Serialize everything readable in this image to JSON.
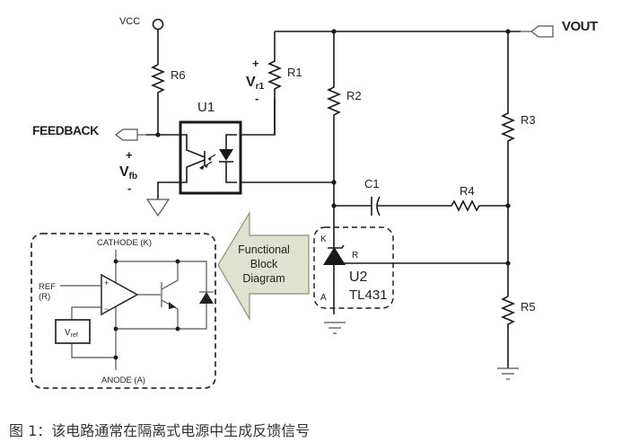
{
  "labels": {
    "vcc": "VCC",
    "vout": "VOUT",
    "feedback": "FEEDBACK",
    "r1": "R1",
    "r2": "R2",
    "r3": "R3",
    "r4": "R4",
    "r5": "R5",
    "r6": "R6",
    "c1": "C1",
    "u1": "U1",
    "u2": "U2",
    "u2_part": "TL431",
    "vr1_main": "V",
    "vr1_sub": "r1",
    "vfb_main": "V",
    "vfb_sub": "fb",
    "plus": "+",
    "minus": "-",
    "pin_k": "K",
    "pin_r": "R",
    "pin_a": "A"
  },
  "block_diagram": {
    "cathode": "CATHODE  (K)",
    "anode": "ANODE (A)",
    "ref": "REF",
    "ref_pin": "(R)",
    "vref_main": "V",
    "vref_sub": "ref",
    "op_plus": "+",
    "op_minus": "−"
  },
  "callout": {
    "line1": "Functional",
    "line2": "Block",
    "line3": "Diagram",
    "fill_color": "#dfe2cf",
    "stroke_color": "#8a8f78"
  },
  "caption": "图 1：该电路通常在隔离式电源中生成反馈信号"
}
